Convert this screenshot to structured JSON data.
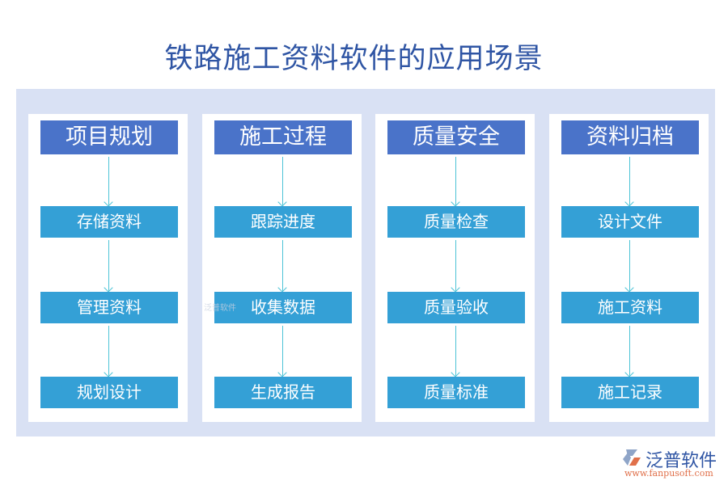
{
  "title": "铁路施工资料软件的应用场景",
  "columns": [
    {
      "header": "项目规划",
      "items": [
        "存储资料",
        "管理资料",
        "规划设计"
      ]
    },
    {
      "header": "施工过程",
      "items": [
        "跟踪进度",
        "收集数据",
        "生成报告"
      ]
    },
    {
      "header": "质量安全",
      "items": [
        "质量检查",
        "质量验收",
        "质量标准"
      ]
    },
    {
      "header": "资料归档",
      "items": [
        "设计文件",
        "施工资料",
        "施工记录"
      ]
    }
  ],
  "logo": {
    "name": "泛普软件",
    "url": "www.fanpusoft.com"
  },
  "colors": {
    "title": "#2f55a4",
    "header": "#4a73c9",
    "item": "#34a0d6",
    "panel": "#d9e1f4",
    "arrow": "#4cc3d6"
  }
}
